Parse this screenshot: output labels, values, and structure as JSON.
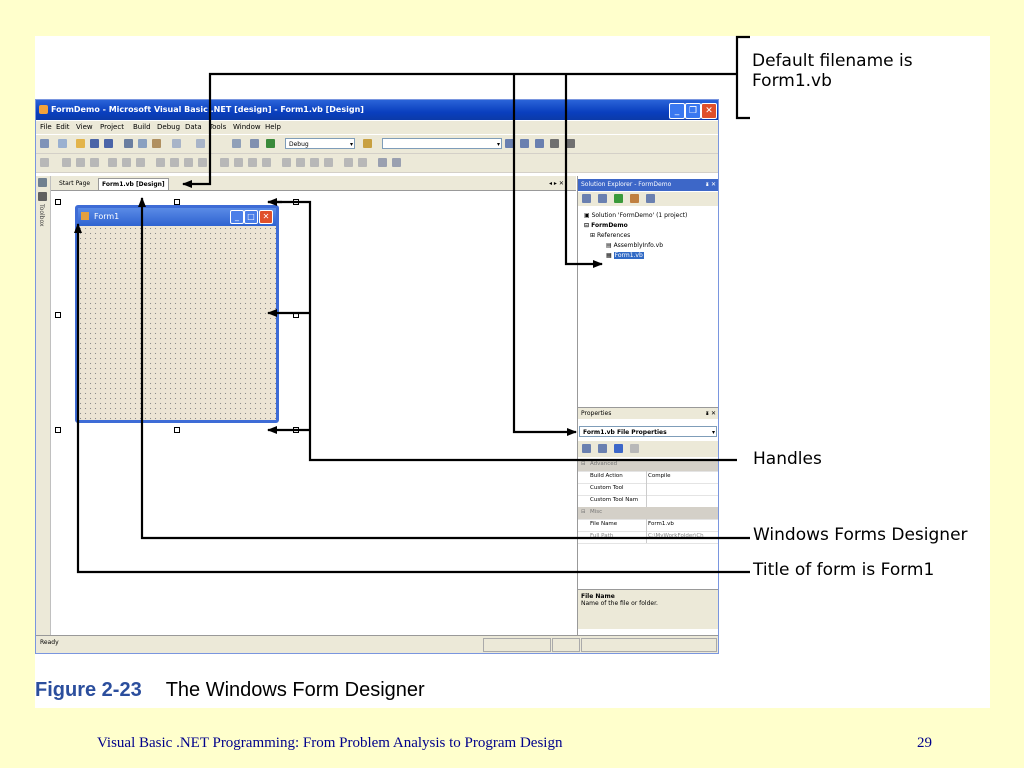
{
  "window": {
    "title": "FormDemo - Microsoft Visual Basic .NET [design] - Form1.vb [Design]",
    "menu": [
      "File",
      "Edit",
      "View",
      "Project",
      "Build",
      "Debug",
      "Data",
      "Tools",
      "Window",
      "Help"
    ],
    "config": "Debug",
    "tabs": [
      "Start Page",
      "Form1.vb [Design]"
    ],
    "toolbox_label": "Toolbox",
    "status": "Ready"
  },
  "form": {
    "title": "Form1"
  },
  "solution_explorer": {
    "title": "Solution Explorer - FormDemo",
    "pin": "✕",
    "items": [
      "Solution 'FormDemo' (1 project)",
      "FormDemo",
      "References",
      "AssemblyInfo.vb",
      "Form1.vb"
    ]
  },
  "properties": {
    "title": "Properties",
    "object": "Form1.vb  File Properties",
    "categories": [
      "Advanced",
      "Misc"
    ],
    "rows": [
      {
        "name": "Build Action",
        "value": "Compile"
      },
      {
        "name": "Custom Tool",
        "value": ""
      },
      {
        "name": "Custom Tool Nam",
        "value": ""
      },
      {
        "name": "File Name",
        "value": "Form1.vb"
      },
      {
        "name": "Full Path",
        "value": "C:\\MyWorkFolder\\Ch"
      }
    ],
    "desc_title": "File Name",
    "desc_text": "Name of the file or folder."
  },
  "callouts": {
    "default_filename_line1": "Default filename is",
    "default_filename_line2": "Form1.vb",
    "handles": "Handles",
    "designer": "Windows Forms Designer",
    "form_title": "Title of form is Form1"
  },
  "caption": {
    "figure": "Figure 2-23",
    "text": "The Windows Form Designer"
  },
  "footer": {
    "text": "Visual Basic .NET Programming: From Problem Analysis to Program Design",
    "page": "29"
  },
  "colors": {
    "background": "#FFFFCC",
    "footer": "#00008B",
    "titlebar": "#0A3FBF",
    "figure_label": "#2B4E9D"
  }
}
